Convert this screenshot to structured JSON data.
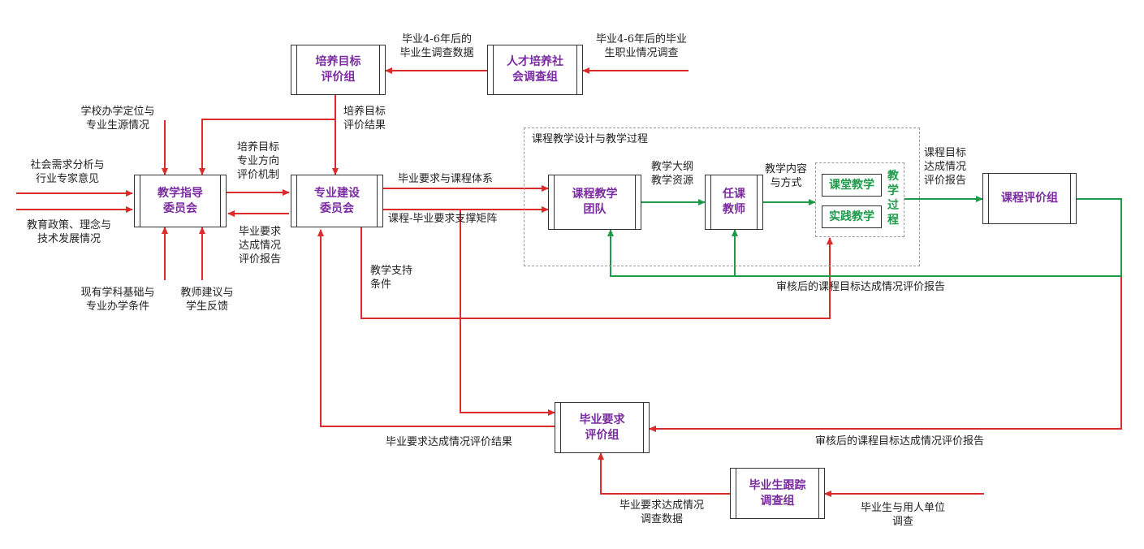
{
  "nodes": {
    "peiyang_eval": "培养目标\n评价组",
    "rencai_survey": "人才培养社\n会调查组",
    "jiaoxue_zhidao": "教学指导\n委员会",
    "zhuanye_jianshe": "专业建设\n委员会",
    "kecheng_team": "课程教学\n团队",
    "renke_teacher": "任课\n教师",
    "ketang": "课堂教学",
    "shijian": "实践教学",
    "jiaoxue_guocheng": "教学过程",
    "kecheng_eval": "课程评价组",
    "biye_eval": "毕业要求\n评价组",
    "biye_track": "毕业生跟踪\n调查组"
  },
  "groups": {
    "course_design": "课程教学设计与教学过程"
  },
  "labels": {
    "survey_data": "毕业4-6年后的\n毕业生调查数据",
    "career_survey": "毕业4-6年后的毕业\n生职业情况调查",
    "school_position": "学校办学定位与\n专业生源情况",
    "target_result": "培养目标\n评价结果",
    "social_demand": "社会需求分析与\n行业专家意见",
    "policy": "教育政策、理念与\n技术发展情况",
    "target_direction": "培养目标\n专业方向\n评价机制",
    "req_report": "毕业要求\n达成情况\n评价报告",
    "discipline_base": "现有学科基础与\n专业办学条件",
    "teacher_feedback": "教师建议与\n学生反馈",
    "req_system": "毕业要求与课程体系",
    "support_matrix": "课程-毕业要求支撑矩阵",
    "teaching_support": "教学支持\n条件",
    "syllabus": "教学大纲\n教学资源",
    "content_method": "教学内容\n与方式",
    "course_report": "课程目标\n达成情况\n评价报告",
    "reviewed_report_1": "审核后的课程目标达成情况评价报告",
    "reviewed_report_2": "审核后的课程目标达成情况评价报告",
    "req_result": "毕业要求达成情况评价结果",
    "req_survey_data": "毕业要求达成情况\n调查数据",
    "employer_survey": "毕业生与用人单位\n调查"
  },
  "colors": {
    "red": "#dc2b2b",
    "green": "#1f9a4a",
    "node_text": "#7a2ba0",
    "dashed": "#999999"
  }
}
